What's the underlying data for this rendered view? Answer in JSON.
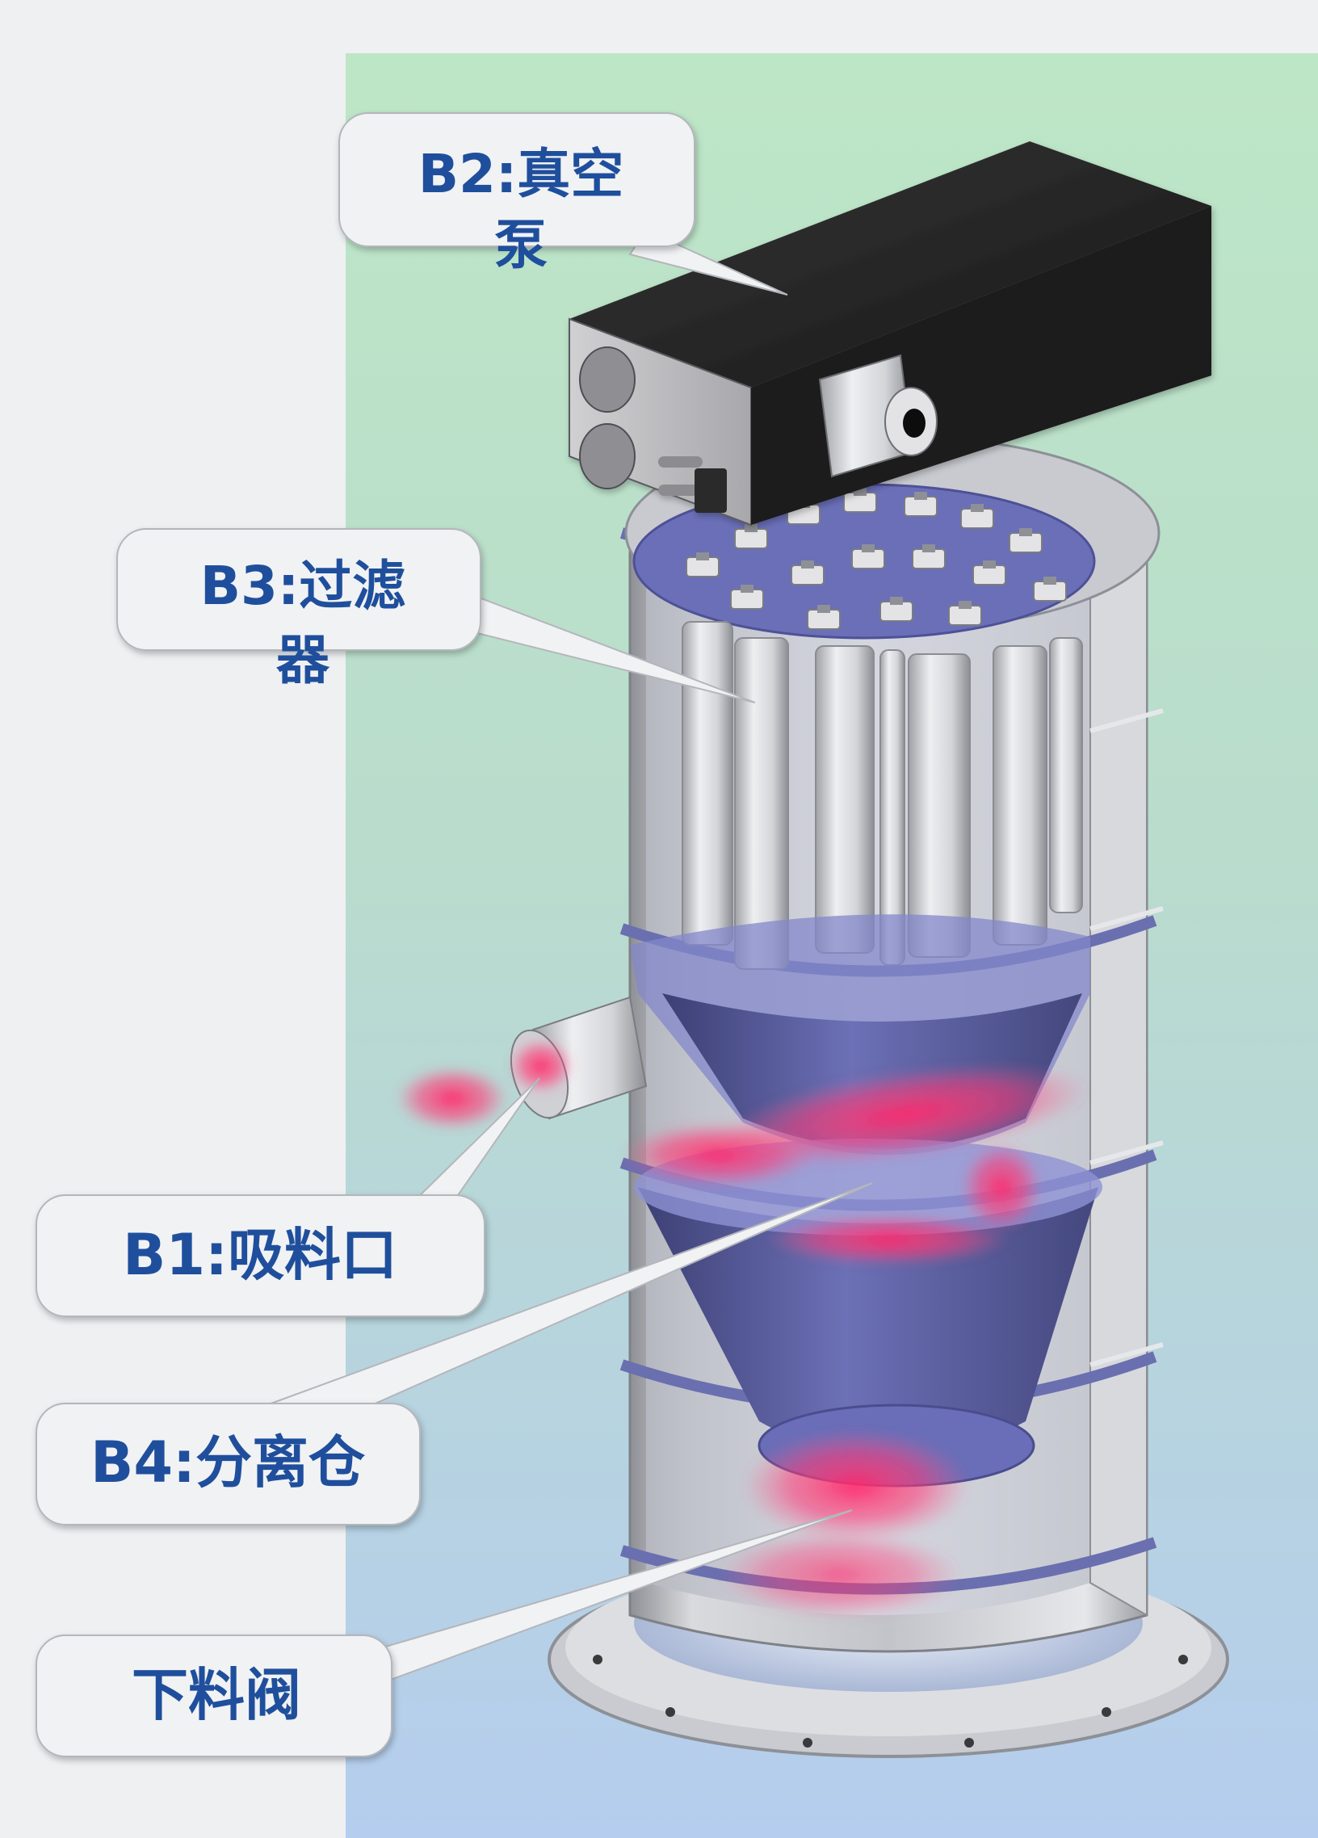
{
  "callouts": {
    "vacuum_pump": {
      "line1": "B2:真空",
      "line2": "泵"
    },
    "filter": {
      "line1": "B3:过滤",
      "line2": "器"
    },
    "suction_inlet": {
      "line1": "B1:吸料口"
    },
    "separation_chamber": {
      "line1": "B4:分离仓"
    },
    "discharge_valve": {
      "line1": "下料阀"
    }
  },
  "colors": {
    "label_text": "#1f4f9c",
    "callout_fill": "#f1f2f4",
    "background_gradient_top": "#bde6c6",
    "background_gradient_bottom": "#b5cdee",
    "pump_body": "#1e1e1e",
    "chamber_tint": "#6e72c8",
    "material_particles": "#ff2c6c"
  },
  "icons": {
    "vacuum_pump": "black-box-pump-icon",
    "filter": "cylindrical-filter-cartridge-icon",
    "separation_chamber": "cone-hopper-icon",
    "discharge_valve": "discharge-valve-icon"
  }
}
